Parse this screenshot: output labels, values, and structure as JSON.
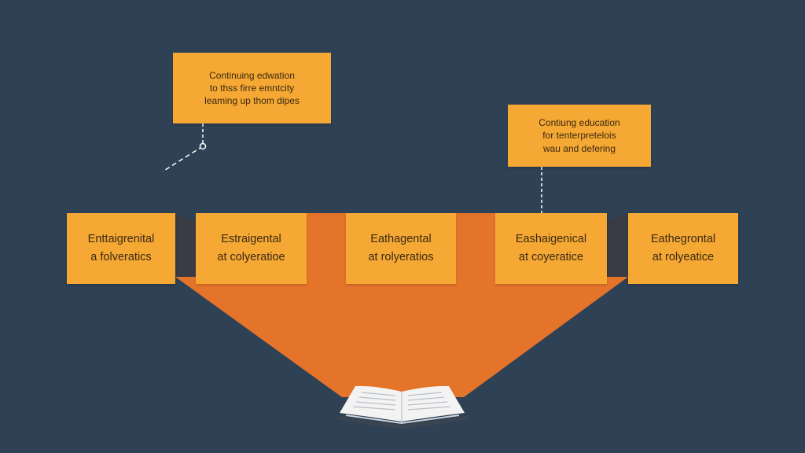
{
  "colors": {
    "background": "#2f4155",
    "box": "#f5a833",
    "beam": "#e5742b",
    "connector": "#ffffff"
  },
  "callouts": [
    {
      "text": "Continuing edwation\nto thss firre emntcity\nleaming up thom dipes"
    },
    {
      "text": "Contiung education\nfor tenterpretelois\nwau and defering"
    }
  ],
  "stages": [
    {
      "text": "Enttaigrenital\na folveratics"
    },
    {
      "text": "Estraigental\nat colyeratioe"
    },
    {
      "text": "Eathagental\nat rolyeratios"
    },
    {
      "text": "Eashaigenical\nat coyeratice"
    },
    {
      "text": "Eathegrontal\nat rolyeatice"
    }
  ],
  "icons": [
    "open-book-icon"
  ]
}
